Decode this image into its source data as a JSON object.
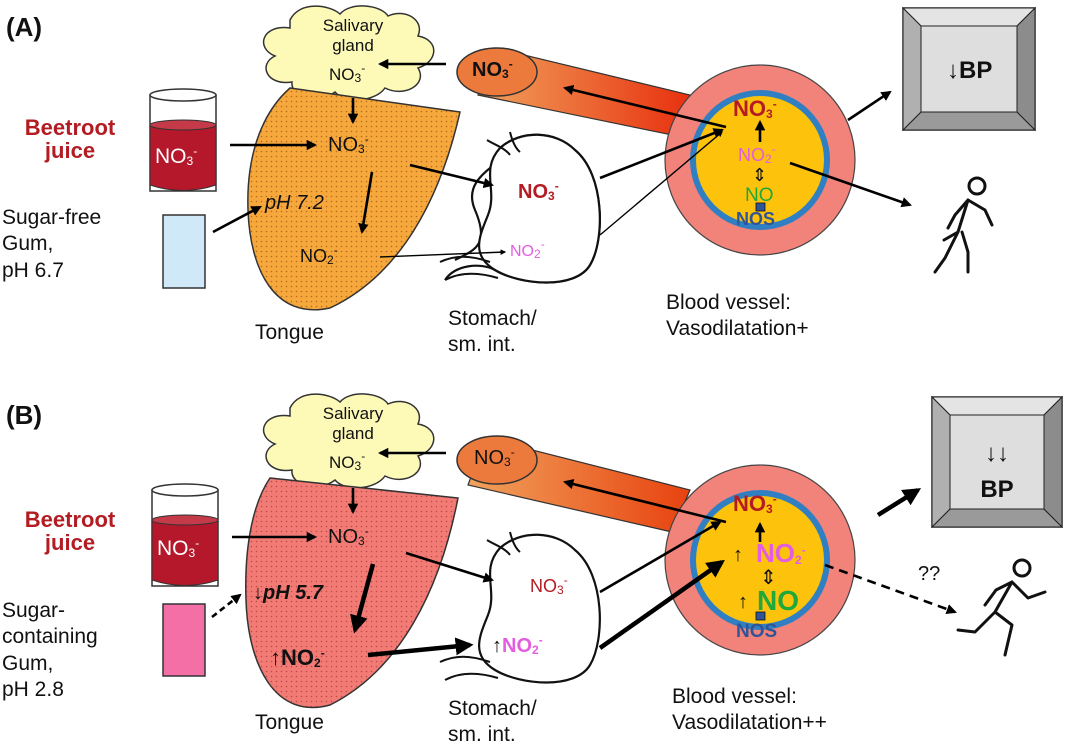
{
  "panels": [
    {
      "label": "(A)",
      "juice": [
        "Beetroot",
        "juice"
      ],
      "gum": [
        "Sugar-free",
        "Gum,",
        "pH 6.7"
      ],
      "gland": [
        "Salivary",
        "gland"
      ],
      "tongue_ph": "pH 7.2",
      "tongue_caption": "Tongue",
      "stomach_caption": [
        "Stomach/",
        "sm. int."
      ],
      "vessel_caption": [
        "Blood vessel:",
        "Vasodilatation+"
      ],
      "bp": "↓BP",
      "enzyme": "NOS",
      "colors": {
        "tongue": "#f7a83c",
        "gum": "#cfe9f8",
        "bp_box": "#dedede"
      }
    },
    {
      "label": "(B)",
      "juice": [
        "Beetroot",
        "juice"
      ],
      "gum": [
        "Sugar-",
        "containing",
        "Gum,",
        "pH 2.8"
      ],
      "gland": [
        "Salivary",
        "gland"
      ],
      "tongue_ph": "↓pH 5.7",
      "tongue_caption": "Tongue",
      "stomach_caption": [
        "Stomach/",
        "sm. int."
      ],
      "vessel_caption": [
        "Blood vessel:",
        "Vasodilatation++"
      ],
      "bp": [
        "↓↓",
        "BP"
      ],
      "exercise_q": "??",
      "enzyme": "NOS",
      "up_arrow": "↑",
      "colors": {
        "tongue": "#f27b76",
        "gum": "#f36fa5",
        "bp_box": "#dedede"
      }
    }
  ],
  "species": {
    "nitrate": {
      "base": "NO",
      "sub": "3",
      "sup": "-"
    },
    "nitrite": {
      "base": "NO",
      "sub": "2",
      "sup": "-"
    },
    "nitric_oxide": "NO",
    "interconvert_symbol": "⇕"
  },
  "colors": {
    "juice_red": "#b41c23",
    "glass_juice": "#b5182b",
    "vessel_outer": "#f2837b",
    "vessel_ring": "#2f7fc2",
    "vessel_lumen": "#fcc20c",
    "nitrite_pink": "#e35de0",
    "no_green": "#20a83a",
    "nos_blue": "#2f5597",
    "gland_fill": "#fdfab8"
  }
}
